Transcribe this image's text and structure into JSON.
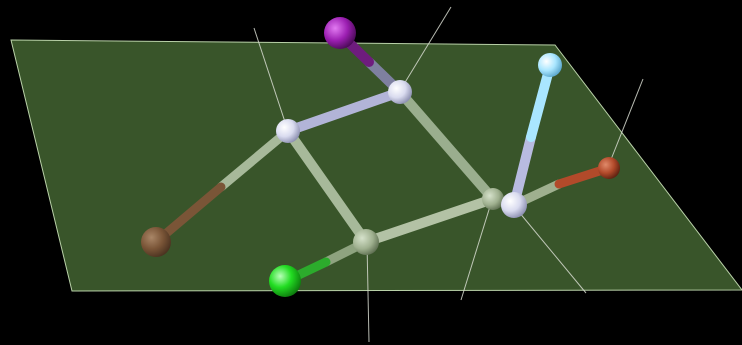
{
  "scene": {
    "background": "#000000",
    "plane_fill": "#3c5a2c",
    "plane_edge": "#b9d1a8",
    "pointer_line_color": "#d7dbd0",
    "bond_light": "#9aae8e",
    "bond_upper": "#b2b4d8",
    "atoms": [
      {
        "name": "atom-carbon-top-left",
        "element": "carbon",
        "color": "#dfe0f2"
      },
      {
        "name": "atom-carbon-top",
        "element": "carbon",
        "color": "#dfe0f2"
      },
      {
        "name": "atom-carbon-right-back",
        "element": "carbon",
        "color": "#9fb08f"
      },
      {
        "name": "atom-carbon-right-front",
        "element": "carbon",
        "color": "#e4e6f6"
      },
      {
        "name": "atom-carbon-bottom",
        "element": "carbon",
        "color": "#a7b99a"
      },
      {
        "name": "atom-iodine",
        "element": "iodine",
        "color": "#8f1fa3"
      },
      {
        "name": "atom-fluorine",
        "element": "fluorine",
        "color": "#a9e6ff"
      },
      {
        "name": "atom-bromine-right",
        "element": "bromine",
        "color": "#b24a2a"
      },
      {
        "name": "atom-bromine-left",
        "element": "bromine",
        "color": "#7a5537"
      },
      {
        "name": "atom-chlorine",
        "element": "chlorine",
        "color": "#22dd22"
      }
    ]
  }
}
